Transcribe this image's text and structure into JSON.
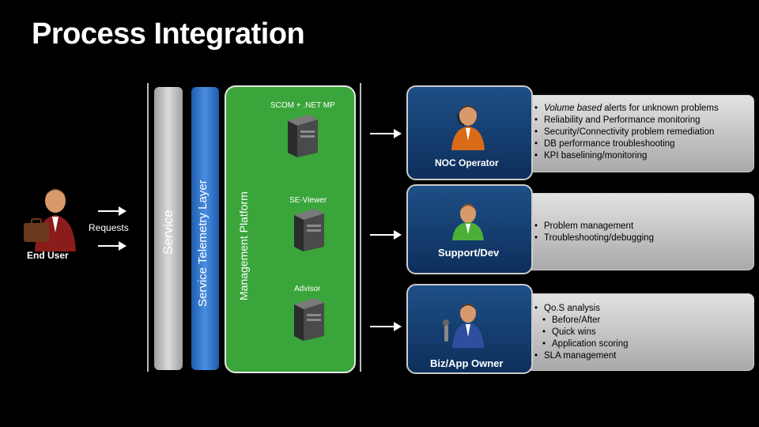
{
  "title": "Process Integration",
  "end_user": {
    "label": "End User",
    "requests_label": "Requests"
  },
  "layers": {
    "service": "Service",
    "telemetry": "Service Telemetry Layer",
    "management": "Management Platform"
  },
  "servers": [
    "SCOM + .NET MP",
    "SE-Viewer",
    "Advisor"
  ],
  "roles": [
    {
      "label": "NOC Operator",
      "bullets": [
        {
          "text_em": "Volume based",
          "text": " alerts for unknown problems"
        },
        {
          "text_em": "",
          "text": "Reliability and Performance monitoring"
        },
        {
          "text_em": "",
          "text": "Security/Connectivity problem remediation"
        },
        {
          "text_em": "",
          "text": "DB performance troubleshooting"
        },
        {
          "text_em": "",
          "text": "KPI baselining/monitoring"
        }
      ]
    },
    {
      "label": "Support/Dev",
      "bullets": [
        {
          "text_em": "",
          "text": "Problem management"
        },
        {
          "text_em": "",
          "text": "Troubleshooting/debugging"
        }
      ]
    },
    {
      "label": "Biz/App Owner",
      "bullets": [
        {
          "text_em": "",
          "text": "Qo.S analysis"
        },
        {
          "text_em": "",
          "text": "Before/After",
          "sub": true
        },
        {
          "text_em": "",
          "text": "Quick wins",
          "sub": true
        },
        {
          "text_em": "",
          "text": "Application scoring",
          "sub": true
        },
        {
          "text_em": "",
          "text": "SLA management"
        }
      ]
    }
  ],
  "colors": {
    "green": "#3aa53a",
    "blue": "#2c6fc4",
    "grey": "#bdbdbd",
    "role_blue": "#1a4a80"
  }
}
